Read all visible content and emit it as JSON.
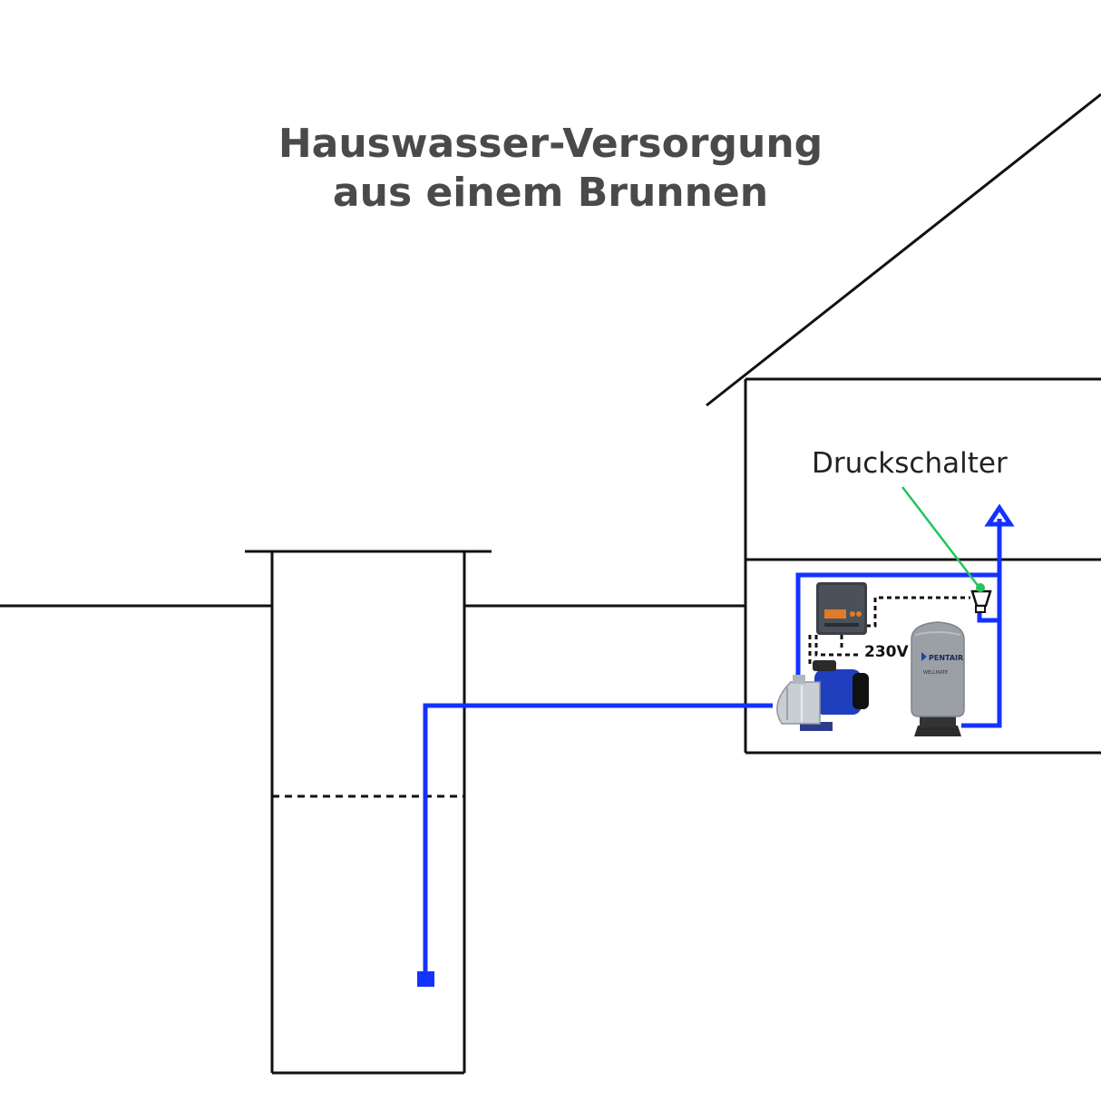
{
  "title": {
    "line1": "Hauswasser-Versorgung",
    "line2": "aus einem Brunnen"
  },
  "labels": {
    "pressure_switch": "Druckschalter",
    "voltage": "230V",
    "tank_brand": "PENTAIR",
    "tank_model": "WELLMATE"
  },
  "colors": {
    "pipe": "#1432ff",
    "line": "#111111",
    "leader": "#22c55e",
    "title": "#4a4a4a",
    "tank": "#9aa0a6",
    "pump_motor": "#1f3fbf"
  }
}
